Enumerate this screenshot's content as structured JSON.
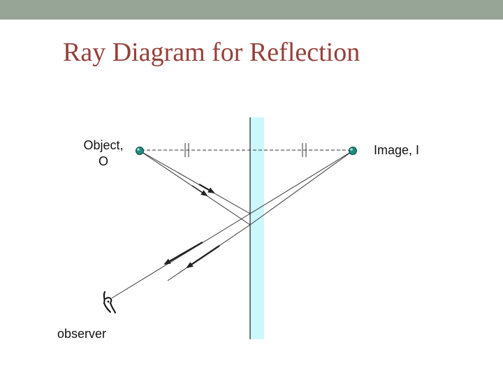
{
  "title": "Ray Diagram for Reflection",
  "labels": {
    "object_line1": "Object,",
    "object_line2": "O",
    "image": "Image, I",
    "observer": "observer"
  },
  "colors": {
    "top_bar": "#97a596",
    "title": "#94403a",
    "mirror": "#ccf8fc",
    "point": "#1f8a7e",
    "ray": "#333333"
  }
}
